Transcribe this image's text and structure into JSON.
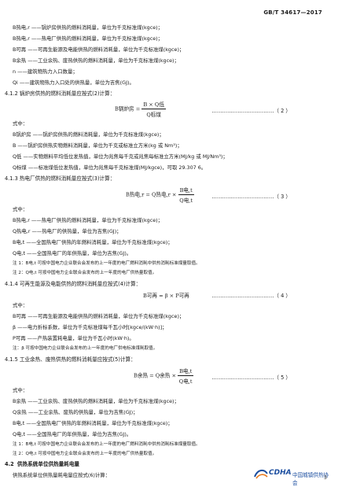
{
  "header": {
    "standard_no": "GB/T 34617—2017"
  },
  "intro_defs": [
    "B热电,r ——锅炉房供热的燃料消耗量，单位为千克标准煤(kgce)；",
    "B热电,r ——热电厂供热的燃料消耗量，单位为千克标准煤(kgce)；",
    "B可再 ——可再生能源及电能供热的燃料消耗量，单位为千克标准煤(kgce)；",
    "B余热 ——工业余热、废热供热的燃料消耗量，单位为千克标准煤(kgce)；",
    "n ——建筑物热力入口数量；",
    "Qi ——建筑物热力入口处的供热量，单位为吉焦(GJ)。"
  ],
  "s412": {
    "title": "4.1.2 锅炉房供热的燃料消耗量应按式(2)计算：",
    "formula_lhs": "B锅炉房 =",
    "formula_num": "B × Q低",
    "formula_den": "Q标煤",
    "eq_no": "………………………………（ 2 ）",
    "where": "式中：",
    "defs": [
      "B锅炉房 ——锅炉房供热的燃料消耗量，单位为千克标准煤(kgce)；",
      "B ——锅炉房供热实物燃料消耗量，单位为千克或标准立方米(kg 或 Nm³)；",
      "Q低 ——实物燃料平均低位发热值，单位为兆焦每千克或兆焦每标准立方米(MJ/kg 或 MJ/Nm³)；",
      "Q标煤 ——标准煤低位发热值，单位为兆焦每千克标准煤(MJ/kgce)，可取 29.307 6。"
    ]
  },
  "s413": {
    "title": "4.1.3 热电厂供热的燃料消耗量应按式(3)计算：",
    "formula_lhs": "B热电,r = Q热电,r ×",
    "formula_num": "B电,t",
    "formula_den": "Q电,t",
    "eq_no": "………………………………（ 3 ）",
    "where": "式中：",
    "defs": [
      "B热电,r ——热电厂供热的燃料消耗量，单位为千克标准煤(kgce)；",
      "Q热电,r ——热电厂的供热量，单位为吉焦(GJ)；",
      "B电,t ——全国热电厂供热的年燃料消耗量，单位为千克标准煤(kgce)；",
      "Q电,t ——全国热电厂的年供热量，单位为吉焦(GJ)。"
    ],
    "notes": [
      "注 1：B电,t 可按中国电力企业联合会发布的上一年度的电厂燃料消耗中供热消耗标准煤量取值。",
      "注 2：Q电,t 可按中国电力企业联合会发布的上一年度的电厂供热量取值。"
    ]
  },
  "s414": {
    "title": "4.1.4 可再生能源及电能供热的燃料消耗量应按式(4)计算：",
    "formula": "B可再 = β × P可再",
    "eq_no": "………………………………（ 4 ）",
    "where": "式中：",
    "defs": [
      "B可再 ——可再生能源及电能供热的燃料消耗量，单位为千克标准煤(kgce)；",
      "β ——电力折标系数，单位为千克标准煤每千瓦小时[kgce/(kW·h)]；",
      "P可再 ——产热装置耗电量，单位为千瓦小时(kW·h)。"
    ],
    "notes": [
      "注：β 可按中国电力企业联合会发布的上一年度的电厂供电标准煤耗取值。"
    ]
  },
  "s415": {
    "title": "4.1.5 工业余热、废热供热的燃料消耗量应按式(5)计算：",
    "formula_lhs": "B余热 = Q余热 ×",
    "formula_num": "B电,t",
    "formula_den": "Q电,t",
    "eq_no": "………………………………（ 5 ）",
    "where": "式中：",
    "defs": [
      "B余热 ——工业余热、废热供热的燃料消耗量，单位为千克标准煤(kgce)；",
      "Q余热 ——工业余热、废热的供热量，单位为吉焦(GJ)；",
      "B电,t ——全国热电厂供热的年燃料消耗量，单位为千克标准煤(kgce)；",
      "Q电,t ——全国热电厂的年供热量，单位为吉焦(GJ)。"
    ],
    "notes": [
      "注 1：B电,t 可按中国电力企业联合会发布的上一年度的电厂燃料消耗中供热消耗标准煤量取值。",
      "注 2：Q电,t 可按中国电力企业联合会发布的上一年度的电厂供热量取值。"
    ]
  },
  "s42": {
    "title_no": "4.2",
    "title_text": "供热系统单位供热量耗电量",
    "body": "供热系统单位供热量耗电量应按式(6)计算："
  },
  "footer": {
    "logo_en": "CDHA",
    "logo_cn": "中国城镇供热协会",
    "page_no": "3",
    "brand_color": "#1d4fa0"
  }
}
